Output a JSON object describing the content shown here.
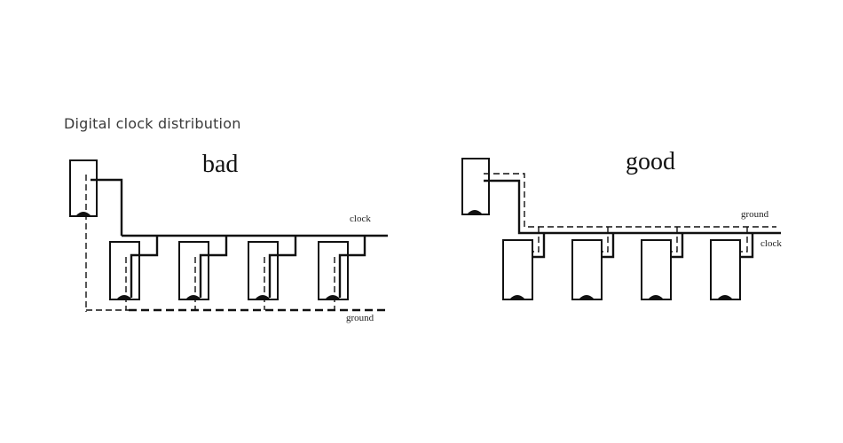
{
  "title": "Digital clock distribution",
  "bad": {
    "heading": "bad",
    "clock_label": "clock",
    "ground_label": "ground"
  },
  "good": {
    "heading": "good",
    "clock_label": "clock",
    "ground_label": "ground"
  }
}
